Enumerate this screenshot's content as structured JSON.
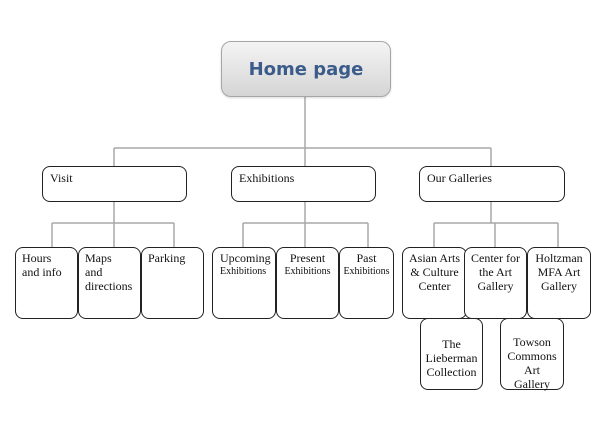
{
  "root": {
    "label": "Home page"
  },
  "categories": {
    "visit": "Visit",
    "exhibitions": "Exhibitions",
    "galleries": "Our Galleries"
  },
  "visit": {
    "hours": [
      "Hours",
      "and info"
    ],
    "maps": [
      "Maps",
      "and",
      "directions"
    ],
    "parking": [
      "Parking"
    ]
  },
  "exhibitions": {
    "upcoming": [
      "Upcoming",
      "Exhibitions"
    ],
    "present": [
      "Present",
      "Exhibitions"
    ],
    "past": [
      "Past",
      "Exhibitions"
    ]
  },
  "galleries": {
    "asian": [
      "Asian Arts",
      "& Culture",
      "Center"
    ],
    "center": [
      "Center for",
      "the Art",
      "Gallery"
    ],
    "holtzman": [
      "Holtzman",
      "MFA Art",
      "Gallery"
    ],
    "lieberman": [
      "The",
      "Lieberman",
      "Collection"
    ],
    "towson": [
      "Towson",
      "Commons",
      "Art",
      "Gallery"
    ]
  }
}
